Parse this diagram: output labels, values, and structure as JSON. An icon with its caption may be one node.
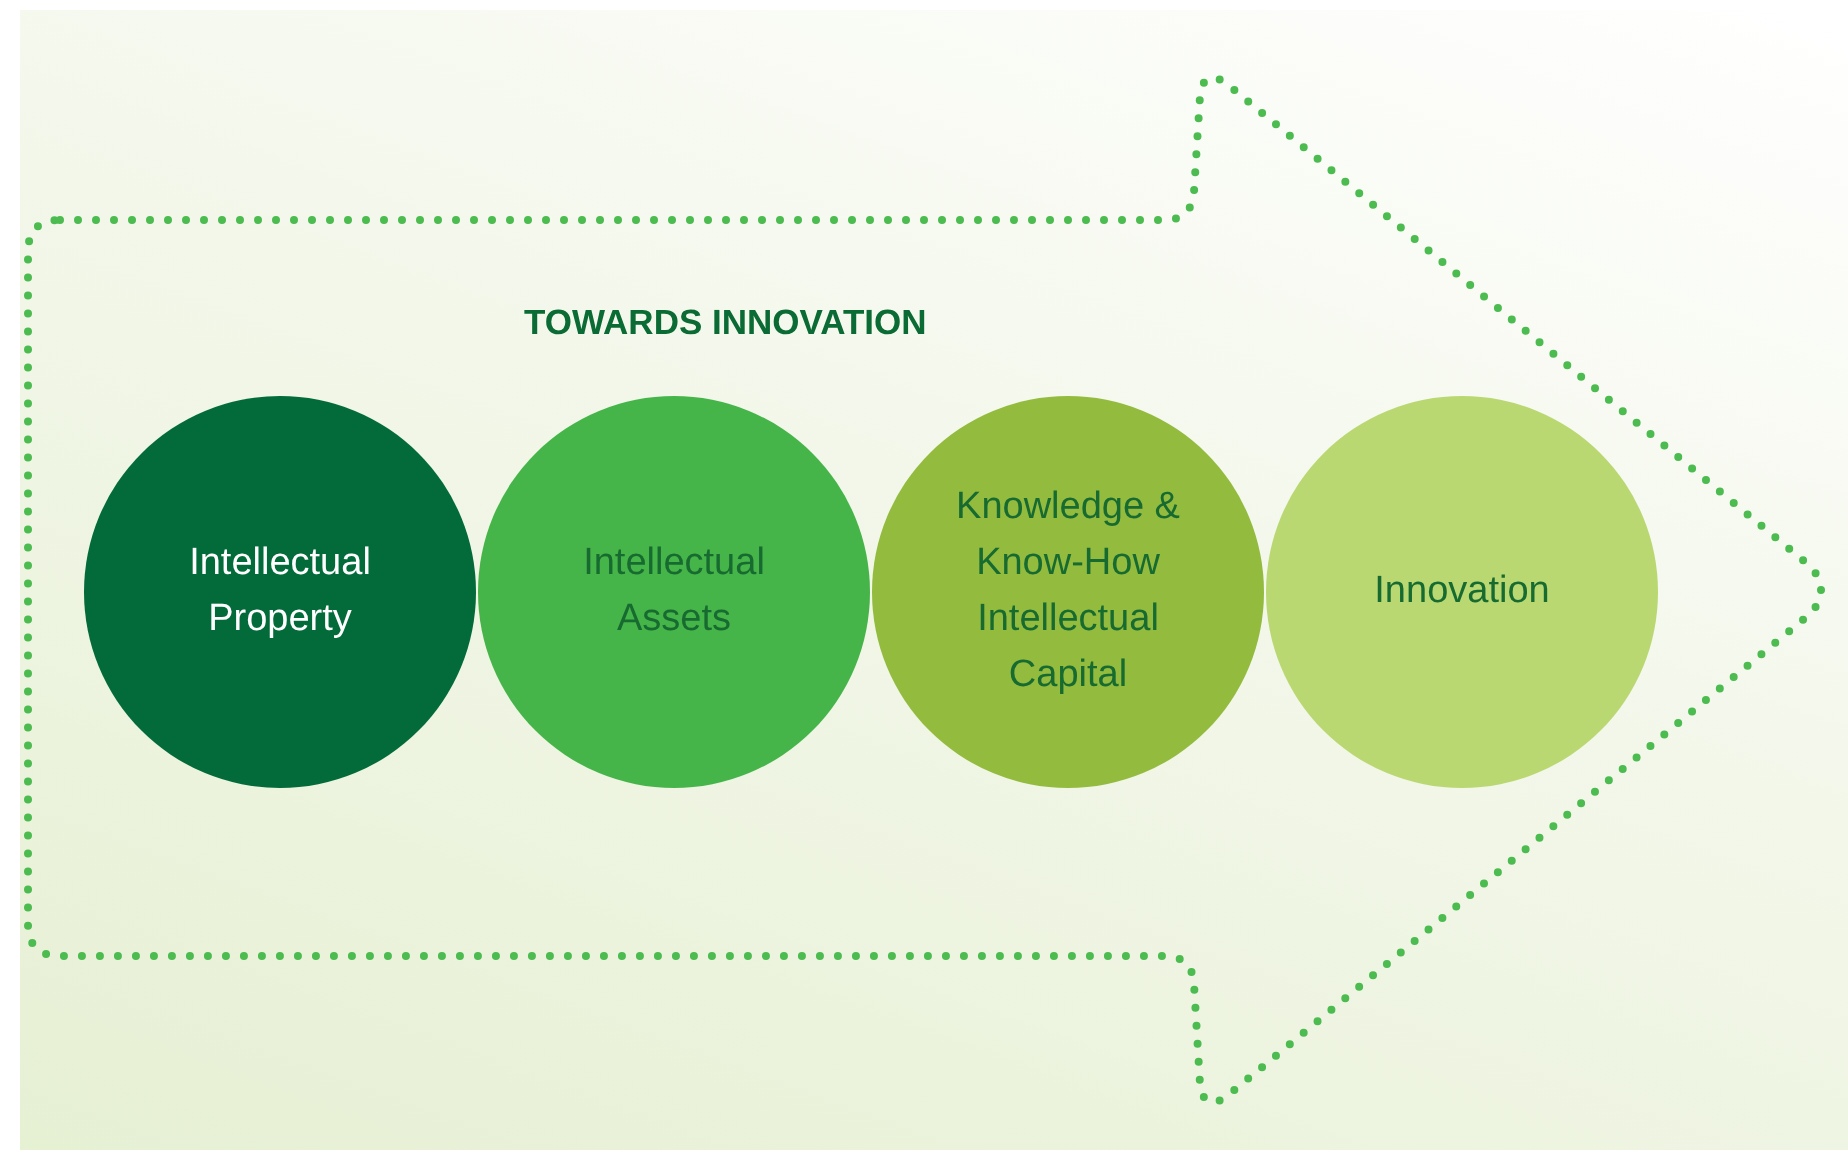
{
  "diagram": {
    "nodes": [
      {
        "text": [
          "TOWARDS INNOVATION"
        ]
      },
      {
        "text": [
          "Intellectual Property"
        ],
        "in": 0
      },
      {
        "text": [
          "Intellectual Assets"
        ],
        "in": 0
      },
      {
        "text": [
          "Knowledge & Know-How Intellectual Capital"
        ],
        "in": 0
      },
      {
        "text": [
          "Innovation"
        ],
        "in": 0
      }
    ]
  }
}
